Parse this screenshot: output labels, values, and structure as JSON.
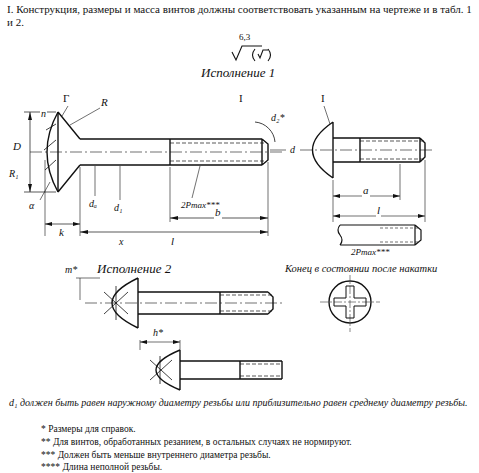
{
  "diagram": {
    "labels": [
      "I. Конструкция, размеры и масса винтов должны соответствовать указанным на чертеже и в табл. 1 и 2.",
      "6,3",
      "Исполнение 1",
      "Г",
      "R",
      "D",
      "n",
      "R₁",
      "α",
      "dₐ",
      "d₁",
      "2Pmax***",
      "b",
      "l",
      "k",
      "x",
      "I",
      "d₂*",
      "d",
      "I",
      "a",
      "l",
      "2Pmax***",
      "Исполнение 2",
      "Конец в состоянии после накатки",
      "m*",
      "h*",
      "d₁ должен быть равен наружному диаметру резьбы или приблизительно равен среднему диаметру резьбы.",
      "* Размеры для справок.",
      "** Для винтов, обработанных резанием, в остальных случаях не нормируют.",
      "*** Должен быть меньше внутреннего диаметра резьбы.",
      "**** Длина неполной резьбы."
    ]
  }
}
